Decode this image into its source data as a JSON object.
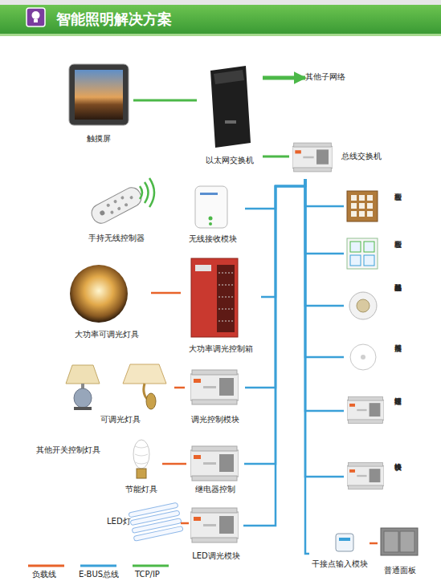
{
  "diagram": {
    "title": "智能照明解决方案",
    "nodes": [
      {
        "text": [
          "触摸屏"
        ]
      },
      {
        "text": [
          "以太网交换机"
        ]
      },
      {
        "text": [
          "其他子网络"
        ]
      },
      {
        "text": [
          "总线交换机"
        ]
      },
      {
        "text": [
          "手持无线控制器"
        ]
      },
      {
        "text": [
          "无线接收模块"
        ]
      },
      {
        "text": [
          "智能面板"
        ]
      },
      {
        "text": [
          "智能面板"
        ]
      },
      {
        "text": [
          "红外双鉴移动感器"
        ]
      },
      {
        "text": [
          "照度传感器"
        ]
      },
      {
        "text": [
          "大功率可调光灯具"
        ]
      },
      {
        "text": [
          "大功率调光控制箱"
        ]
      },
      {
        "text": [
          "可调光灯具"
        ]
      },
      {
        "text": [
          "调光控制模块"
        ]
      },
      {
        "text": [
          "逻辑定时模块"
        ]
      },
      {
        "text": [
          "节能灯具"
        ]
      },
      {
        "text": [
          "继电器控制"
        ]
      },
      {
        "text": [
          "协议转换模块"
        ]
      },
      {
        "text": [
          "LED灯"
        ]
      },
      {
        "text": [
          "LED调光模块"
        ]
      },
      {
        "text": [
          "干接点输入模块"
        ]
      },
      {
        "text": [
          "普通面板"
        ]
      }
    ],
    "edges": [
      {
        "from": 0,
        "to": 1,
        "arrow": "none"
      },
      {
        "from": 1,
        "to": 2,
        "arrow": "to"
      },
      {
        "from": 1,
        "to": 3,
        "arrow": "none"
      },
      {
        "from": 3,
        "to": 5,
        "arrow": "none"
      },
      {
        "from": 3,
        "to": 11,
        "arrow": "none"
      },
      {
        "from": 3,
        "to": 13,
        "arrow": "none"
      },
      {
        "from": 3,
        "to": 16,
        "arrow": "none"
      },
      {
        "from": 3,
        "to": 19,
        "arrow": "none"
      },
      {
        "from": 3,
        "to": 6,
        "arrow": "none"
      },
      {
        "from": 3,
        "to": 7,
        "arrow": "none"
      },
      {
        "from": 3,
        "to": 8,
        "arrow": "none"
      },
      {
        "from": 3,
        "to": 9,
        "arrow": "none"
      },
      {
        "from": 3,
        "to": 14,
        "arrow": "none"
      },
      {
        "from": 3,
        "to": 17,
        "arrow": "none"
      },
      {
        "from": 3,
        "to": 20,
        "arrow": "none"
      },
      {
        "from": 10,
        "to": 11,
        "arrow": "none"
      },
      {
        "from": 12,
        "to": 13,
        "arrow": "none"
      },
      {
        "from": 15,
        "to": 16,
        "arrow": "none"
      },
      {
        "from": 18,
        "to": 19,
        "arrow": "none"
      },
      {
        "from": 20,
        "to": 21,
        "arrow": "none"
      }
    ],
    "labels": [
      "其他开关控制灯具"
    ],
    "legend": [
      {
        "text": "负载线"
      },
      {
        "text": "E-BUS总线"
      },
      {
        "text": "TCP/IP"
      }
    ]
  }
}
